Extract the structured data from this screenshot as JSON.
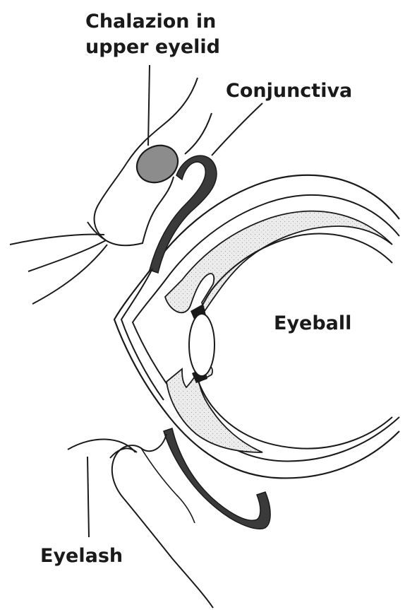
{
  "labels": {
    "chalazion_line1": "Chalazion in",
    "chalazion_line2": "upper eyelid",
    "conjunctiva": "Conjunctiva",
    "eyeball": "Eyeball",
    "eyelash": "Eyelash"
  },
  "colors": {
    "stroke": "#1a1a1a",
    "conjunctiva_fill": "#3a3a3a",
    "chalazion_fill": "#8c8c8c",
    "stipple_fill": "#e9e9e9",
    "background": "#ffffff"
  }
}
